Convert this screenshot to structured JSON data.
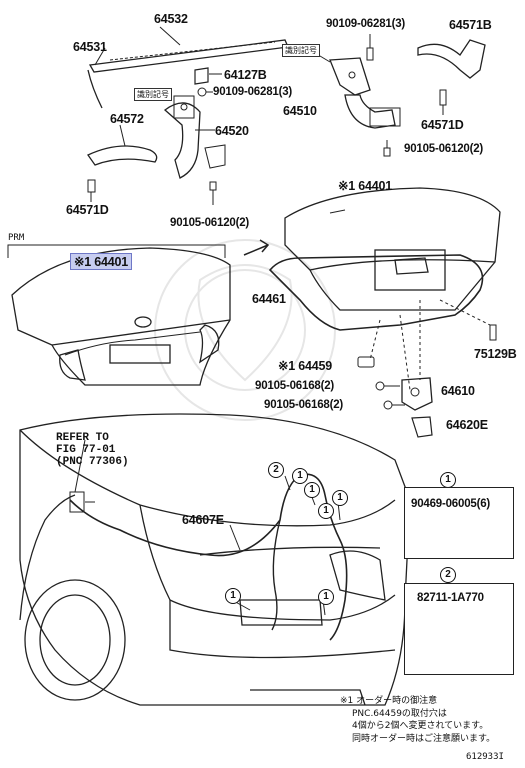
{
  "labels": {
    "p64532": "64532",
    "p64531": "64531",
    "p90109_top": "90109-06281(3)",
    "p64571B": "64571B",
    "p64127B": "64127B",
    "p90109_mid": "90109-06281(3)",
    "p64510": "64510",
    "p64572": "64572",
    "p64520": "64520",
    "p64571D_right": "64571D",
    "p90105_right": "90105-06120(2)",
    "p64571D_left": "64571D",
    "p90105_mid": "90105-06120(2)",
    "p64401_top": "※1 64401",
    "p64401_hl": "※1 64401",
    "p64461": "64461",
    "p75129B": "75129B",
    "p64459": "※1 64459",
    "p90105_06168_a": "90105-06168(2)",
    "p90105_06168_b": "90105-06168(2)",
    "p64610": "64610",
    "p64620E": "64620E",
    "p64607E": "64607E"
  },
  "prm": "PRM",
  "id_mark": "識別記号",
  "refer": [
    "REFER TO",
    "FIG 77-01",
    "(PNC 77306)"
  ],
  "callouts": {
    "c1": {
      "num": "1",
      "part": "90469-06005(6)"
    },
    "c2": {
      "num": "2",
      "part": "82711-1A770"
    }
  },
  "note": {
    "line1": "※1 オーダー時の御注意",
    "line2": "PNC.64459の取付穴は",
    "line3": "4個から2個へ変更されています。",
    "line4": "同時オーダー時はご注意願います。"
  },
  "figure_no": "612933I"
}
